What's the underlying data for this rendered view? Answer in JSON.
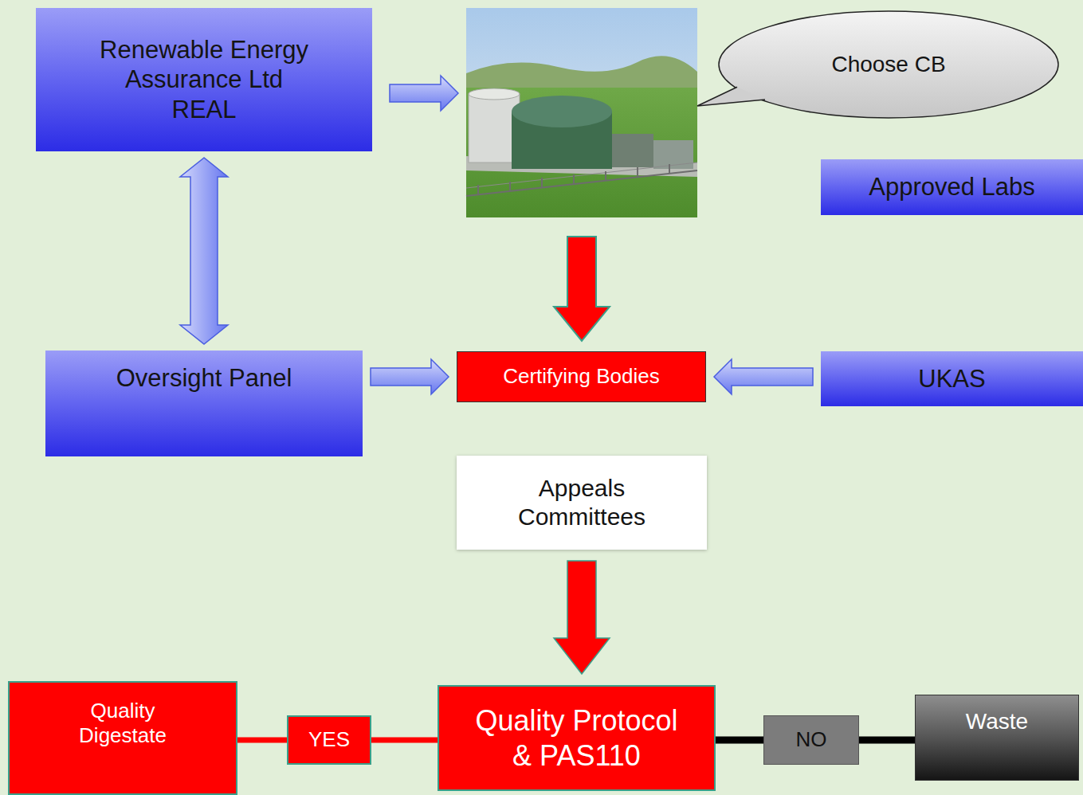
{
  "diagram": {
    "nodes": [
      {
        "text": [
          "Renewable Energy Assurance Ltd REAL"
        ]
      },
      {
        "text": [
          "Choose CB"
        ]
      },
      {
        "text": [
          "Approved Labs"
        ]
      },
      {
        "text": [
          "Oversight Panel"
        ]
      },
      {
        "text": [
          "Certifying Bodies"
        ]
      },
      {
        "text": [
          "UKAS"
        ]
      },
      {
        "text": [
          "Appeals Committees"
        ]
      },
      {
        "text": [
          "Quality Digestate"
        ]
      },
      {
        "text": [
          "YES"
        ]
      },
      {
        "text": [
          "Quality Protocol & PAS110"
        ]
      },
      {
        "text": [
          "NO"
        ]
      },
      {
        "text": [
          "Waste"
        ]
      }
    ],
    "edges": [
      {
        "from": 0,
        "to": 3,
        "arrow": "both"
      },
      {
        "from": 3,
        "to": 4,
        "arrow": "to"
      },
      {
        "from": 5,
        "to": 4,
        "arrow": "to"
      },
      {
        "from": 6,
        "to": 9,
        "arrow": "to"
      },
      {
        "from": 9,
        "to": 8,
        "arrow": "none"
      },
      {
        "from": 8,
        "to": 7,
        "arrow": "none"
      },
      {
        "from": 9,
        "to": 10,
        "arrow": "none"
      },
      {
        "from": 10,
        "to": 11,
        "arrow": "none"
      }
    ]
  }
}
